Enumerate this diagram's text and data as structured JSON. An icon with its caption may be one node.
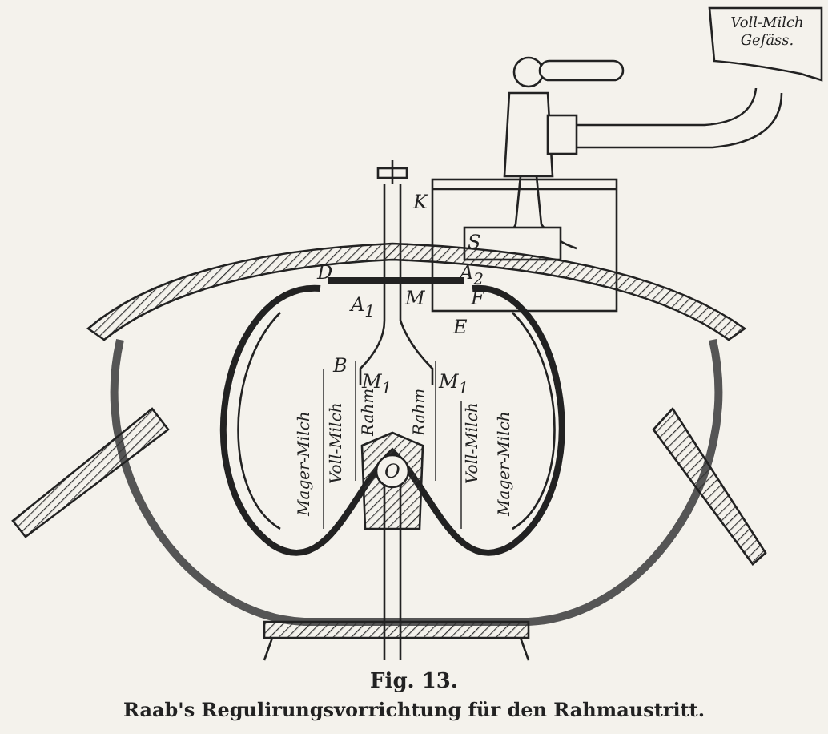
{
  "diagram": {
    "title": "Fig. 13.",
    "caption": "Raab's Regulirungsvorrichtung für den Rahmaustritt.",
    "nodes": [
      {
        "text": [
          "Voll-Milch Gefäss."
        ]
      }
    ],
    "labels": [
      "K",
      "S",
      "D",
      "A$_{2}$",
      "M",
      "A$_{1}$",
      "F",
      "E",
      "B",
      "M$_{1}$",
      "M$_{1}$",
      "Mager-Milch",
      "Voll-Milch",
      "Rahm",
      "O",
      "Rahm",
      "Voll-Milch",
      "Mager-Milch"
    ]
  }
}
